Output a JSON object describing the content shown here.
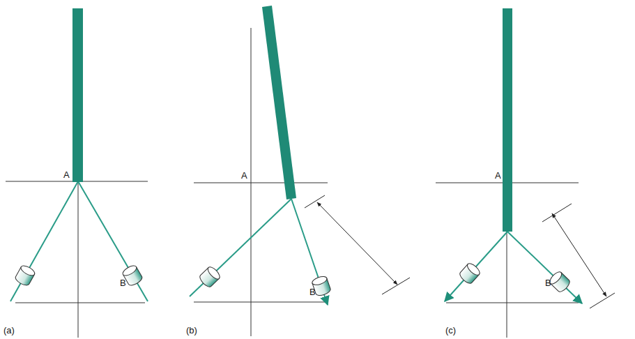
{
  "diagram": {
    "labels": [
      "A",
      "B",
      "(a)",
      "A",
      "B",
      "(b)",
      "A",
      "B",
      "(c)"
    ]
  }
}
